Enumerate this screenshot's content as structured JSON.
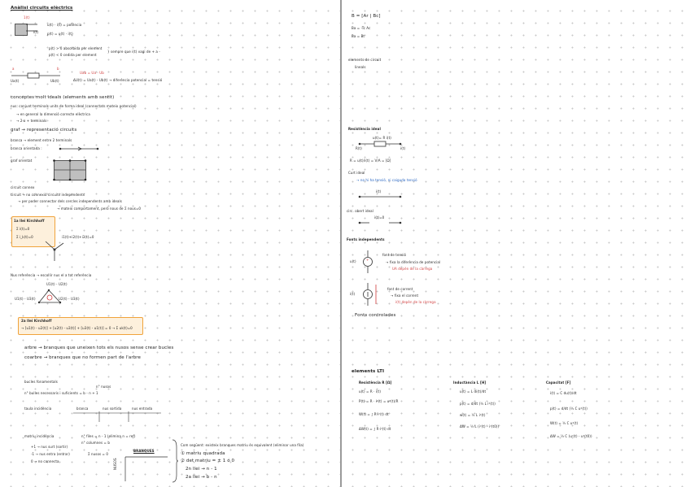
{
  "left": {
    "title": "Anàlisi circuits elèctrics",
    "comp_labels": [
      "1(t)",
      "i(t)"
    ],
    "blk1": [
      "u(t) · i(t) = potència",
      "p(t) = u(t) · i(t)",
      "p(t) > 0 absorbida per element",
      "p(t) < 0 cedida per element"
    ],
    "blk1_brace": "} sempre que i(t) vagi de + a -",
    "resistor_labels": [
      "a",
      "b",
      "Ua(t)",
      "Ub(t)"
    ],
    "eq_red": "Uab = Ua - Ub",
    "eq_black": "ΔU(t) = Ua(t) - Ub(t) → diferència potencial = tensió",
    "conceptes": "conceptes molt ideals (elements amb sentit)",
    "nus": [
      "nus: conjunt terminals units de forma ideal (connectats mateix potencial)",
      "→ en general la dimensió correcte elèctrica",
      "→ 2 o + terminals"
    ],
    "graf": "graf → representació circuits",
    "branca": "branca → element entre 2 terminals",
    "branca_orient": "branca orientada :",
    "graf_orientat": "graf orientat",
    "circuit_connex_title": "circuit connex",
    "circuit_connex": [
      "circuit → no connexió circuits independents",
      "→ per poder connectar dels cercles independents amb ideals",
      "→ mateix comportament, però nous de Σ nous=0"
    ],
    "kcl_box": {
      "title": "1a llei Kirchhoff",
      "eq1": "Σ i(t)=0",
      "eq2": "Σ i_k(t)=0",
      "side": "i1(t)+i2(t)+i3(t)=0"
    },
    "malla_line": "Nus referència → escollir nus el a tot referència",
    "malla_labels": [
      "U1(t) - U2(t)",
      "U1(t) - U3(t)",
      "U2(t) - U3(t)"
    ],
    "kvl_box": {
      "title": "2a llei Kirchhoff",
      "eq": "→ [u1(t) - u2(t)] + [u2(t) - u3(t)] + [u3(t) - u1(t)] = 0 → Σ uk(t)=0"
    },
    "arbre": "arbre → branques que uneixen tots els nusos sense crear bucles",
    "coarbre": "coarbre → branques que no formen part de l'arbre",
    "bucles_title": "bucles fonamentals",
    "bucles_line": "n° bulles necessaris i suficients = b - n + 1",
    "bucles_note": "n° nusos",
    "taula_label": "taula incidència",
    "taula_cols": [
      "branca",
      "nus sortida",
      "nus entrada"
    ],
    "matriu_label": "matriu incidència",
    "matriu_right": [
      "n° files = n - 1 (elimina n = ref)",
      "n° columnes = b"
    ],
    "matriu_items": [
      "+1 → nus surt (sortir)",
      "-1 → nus entra (entrar)",
      "0 → no connecta"
    ],
    "nusos_label": "Σ nusos = 0",
    "branques_label": "BRANQUES",
    "nusos_vert": "NUSOS",
    "right_notes": [
      "Com següent: existeix branques matriu és equivalent (eliminar una fila)",
      "① matriu quadrada",
      "② det matriu = ± 1 ó 0",
      "2n llei → n - 1",
      "2a llei → b - n"
    ]
  },
  "right": {
    "top": [
      "B = [Ar | Bc]",
      "Ba = -Tc Aс",
      "Ba = Bt"
    ],
    "elements_title": "elements de circuit",
    "elements_sub": "lineals",
    "resist_title": "Resistència ideal",
    "resist_eq": "u(t)= R i(t)",
    "resist_labels": [
      "R(t)",
      "i(t)"
    ],
    "resist_eq2": "R = u(t)/i(t) = V/A = [Ω]",
    "curt_title": "Curt ideal",
    "curt_note": "→ no hi ha tensió, ni caiguda tensió",
    "curt_label": "i(t)",
    "circ_obert": "circ. obert ideal",
    "obert_label": "i(t)=0",
    "fonts_title": "Fonts independents",
    "font_tensio": [
      "font de tensió",
      "→ fixa la diferència de potencial",
      "UA depèn de la càrrega"
    ],
    "font_corrent": [
      "font de corrent",
      "→ fixa el corrent",
      "i(t) depèn de la càrrega"
    ],
    "fonts_ctrl": "Fonts controlades",
    "ut_lbl": "u(t)",
    "it_lbl": "i(t)",
    "elements_lti": "elements LTI",
    "col1": {
      "title": "Resistència R [Ω]",
      "rows": [
        "u(t) = R · i(t)",
        "P(t) = R · i²(t) = u²(t)/R",
        "W(t) = ∫ R·i²(t) dt",
        "ΔW(t) = ∫ R·i²(t) dt"
      ]
    },
    "col2": {
      "title": "Inductància L [H]",
      "rows": [
        "u(t) = L di(t)/dt",
        "p(t) = d/dt (½ L i²(t))",
        "w(t) = ½ L i²(t)",
        "ΔW = ½ L (i²(t) - i²(t0))"
      ]
    },
    "col3": {
      "title": "Capacitat [F]",
      "rows": [
        "i(t) = C du(t)/dt",
        "p(t) = d/dt (½ C u²(t))",
        "W(t) = ½ C u²(t)",
        "ΔW = ½ C (u²(t) - u²(t0))"
      ]
    }
  }
}
